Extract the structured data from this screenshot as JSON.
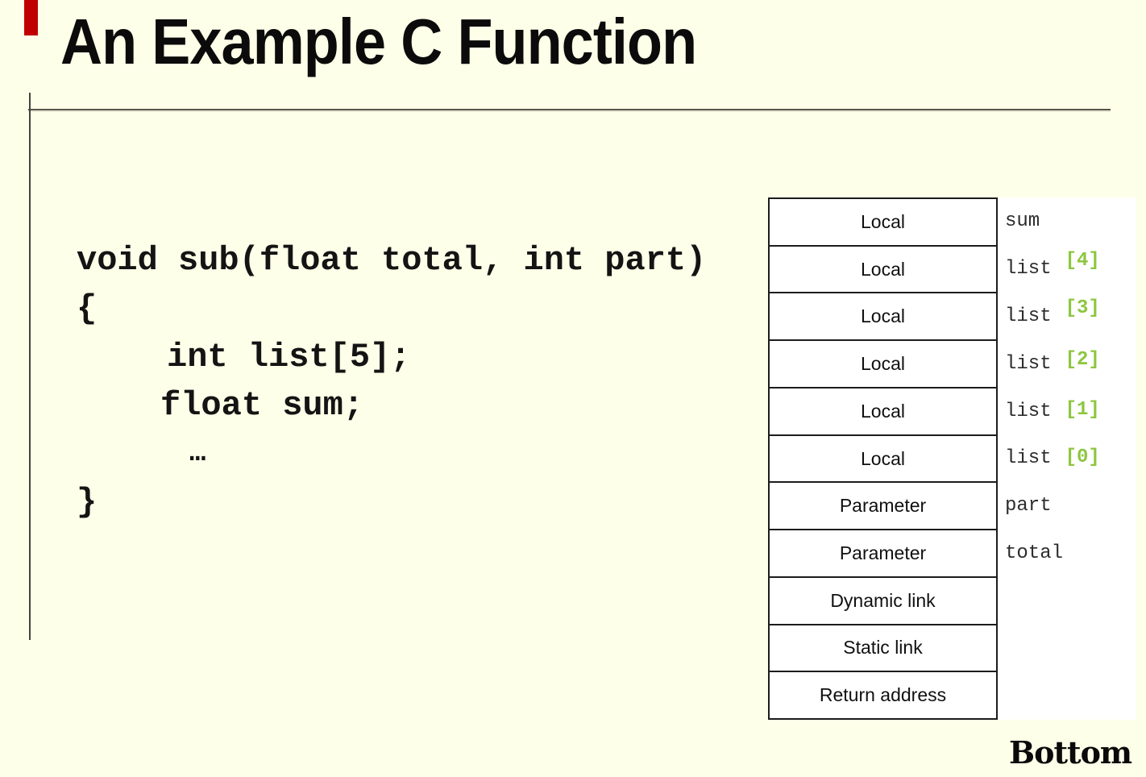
{
  "slide": {
    "title": "An Example C Function",
    "bottom_marker": "Bottom"
  },
  "code": {
    "lines": [
      "void sub(float total, int part)",
      "{",
      "int list[5];",
      "float sum;",
      "…",
      "}"
    ]
  },
  "stack_frame": {
    "rows": [
      {
        "cell": "Local",
        "name": "sum",
        "index": ""
      },
      {
        "cell": "Local",
        "name": "list",
        "index": "[4]"
      },
      {
        "cell": "Local",
        "name": "list",
        "index": "[3]"
      },
      {
        "cell": "Local",
        "name": "list",
        "index": "[2]"
      },
      {
        "cell": "Local",
        "name": "list",
        "index": "[1]"
      },
      {
        "cell": "Local",
        "name": "list",
        "index": "[0]"
      },
      {
        "cell": "Parameter",
        "name": "part",
        "index": ""
      },
      {
        "cell": "Parameter",
        "name": "total",
        "index": ""
      },
      {
        "cell": "Dynamic link",
        "name": "",
        "index": ""
      },
      {
        "cell": "Static link",
        "name": "",
        "index": ""
      },
      {
        "cell": "Return address",
        "name": "",
        "index": ""
      }
    ]
  },
  "colors": {
    "background": "#FEFFE8",
    "accent_red": "#C00000",
    "index_green": "#8DC63F",
    "panel_white": "#FFFFFF"
  }
}
